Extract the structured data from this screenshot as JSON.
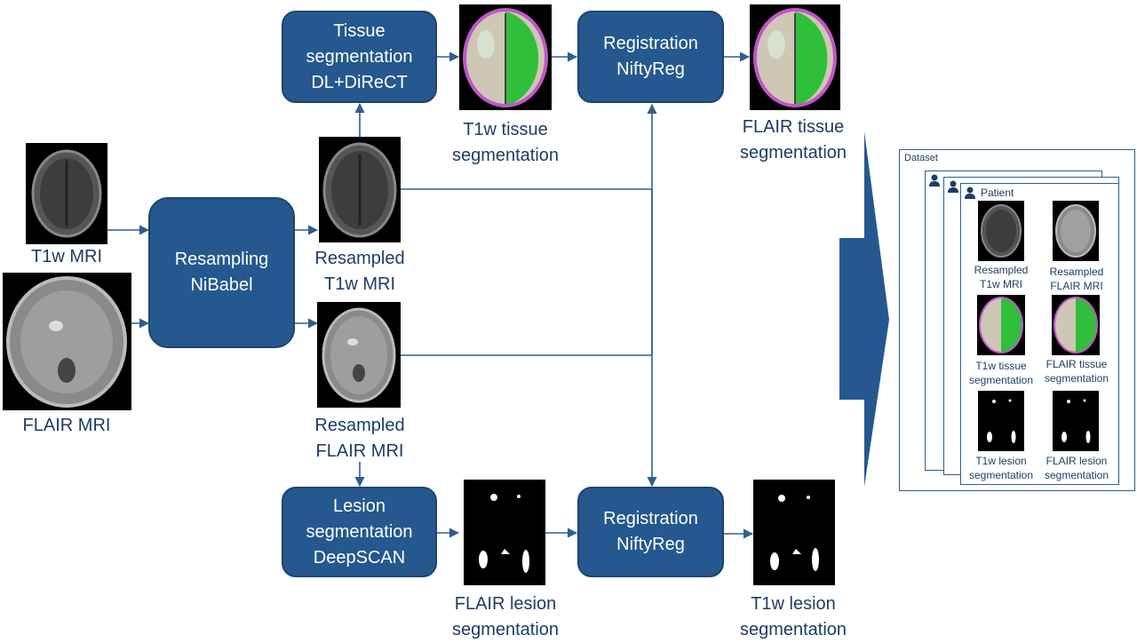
{
  "colors": {
    "box": "#25588f",
    "line": "#2d5f8e",
    "text": "#1c3d66"
  },
  "boxes": {
    "tissue": [
      "Tissue",
      "segmentation",
      "DL+DiReCT"
    ],
    "resampling": [
      "Resampling",
      "NiBabel"
    ],
    "registration_top": [
      "Registration",
      "NiftyReg"
    ],
    "lesion": [
      "Lesion",
      "segmentation",
      "DeepSCAN"
    ],
    "registration_bottom": [
      "Registration",
      "NiftyReg"
    ]
  },
  "labels": {
    "t1w_mri": "T1w MRI",
    "flair_mri": "FLAIR MRI",
    "resampled_t1w": [
      "Resampled",
      "T1w MRI"
    ],
    "resampled_flair": [
      "Resampled",
      "FLAIR MRI"
    ],
    "t1w_tissue_seg": [
      "T1w tissue",
      "segmentation"
    ],
    "flair_tissue_seg": [
      "FLAIR tissue",
      "segmentation"
    ],
    "flair_lesion_seg": [
      "FLAIR lesion",
      "segmentation"
    ],
    "t1w_lesion_seg": [
      "T1w lesion",
      "segmentation"
    ]
  },
  "dataset": {
    "title": "Dataset",
    "patient_label": "Patient",
    "items": [
      [
        "Resampled",
        "T1w MRI"
      ],
      [
        "Resampled",
        "FLAIR MRI"
      ],
      [
        "T1w tissue",
        "segmentation"
      ],
      [
        "FLAIR tissue",
        "segmentation"
      ],
      [
        "T1w lesion",
        "segmentation"
      ],
      [
        "FLAIR lesion",
        "segmentation"
      ]
    ]
  },
  "icons": [
    "brain-mri-image",
    "segmentation-map-image",
    "lesion-mask-image",
    "person-icon",
    "arrow-icon"
  ]
}
